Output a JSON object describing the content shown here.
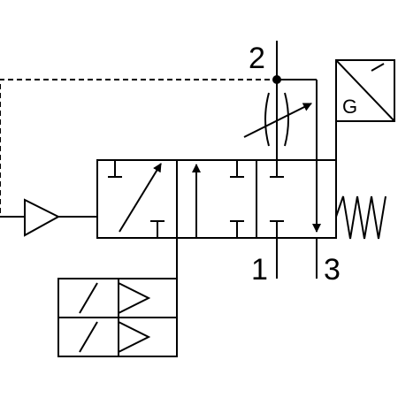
{
  "diagram": {
    "ports": {
      "supply": "1",
      "outlet": "2",
      "exhaust": "3"
    },
    "generator_label": "G",
    "line_color": "#000000",
    "background": "#ffffff"
  }
}
